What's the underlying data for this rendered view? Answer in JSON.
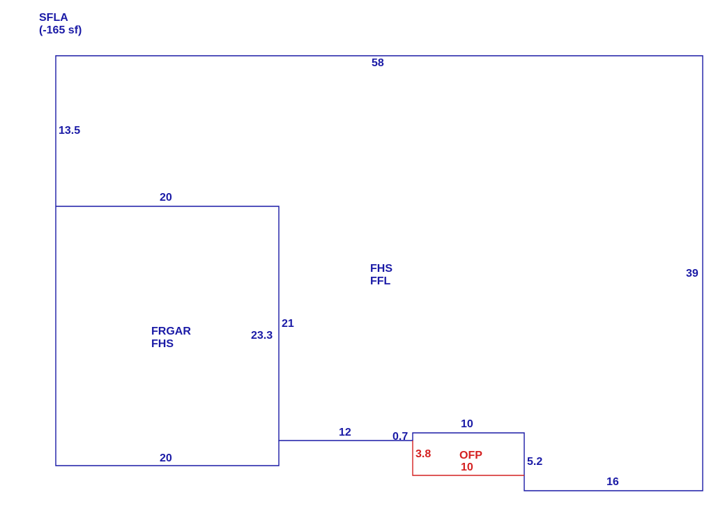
{
  "colors": {
    "outline": "#1a1aa6",
    "porch": "#d42020"
  },
  "header": {
    "line1": "SFLA",
    "line2": "(-165 sf)"
  },
  "areas": {
    "main": {
      "line1": "FHS",
      "line2": "FFL"
    },
    "garage": {
      "line1": "FRGAR",
      "line2": "FHS"
    },
    "porch": {
      "line1": "OFP"
    }
  },
  "dimensions": {
    "top": "58",
    "left_upper": "13.5",
    "garage_top": "20",
    "right": "39",
    "garage_right_outer": "21",
    "garage_right_inner": "23.3",
    "garage_bottom": "20",
    "bottom_mid": "12",
    "step": "0.7",
    "porch_top": "10",
    "porch_left": "3.8",
    "porch_bottom": "10",
    "porch_right": "5.2",
    "bottom_right": "16"
  }
}
